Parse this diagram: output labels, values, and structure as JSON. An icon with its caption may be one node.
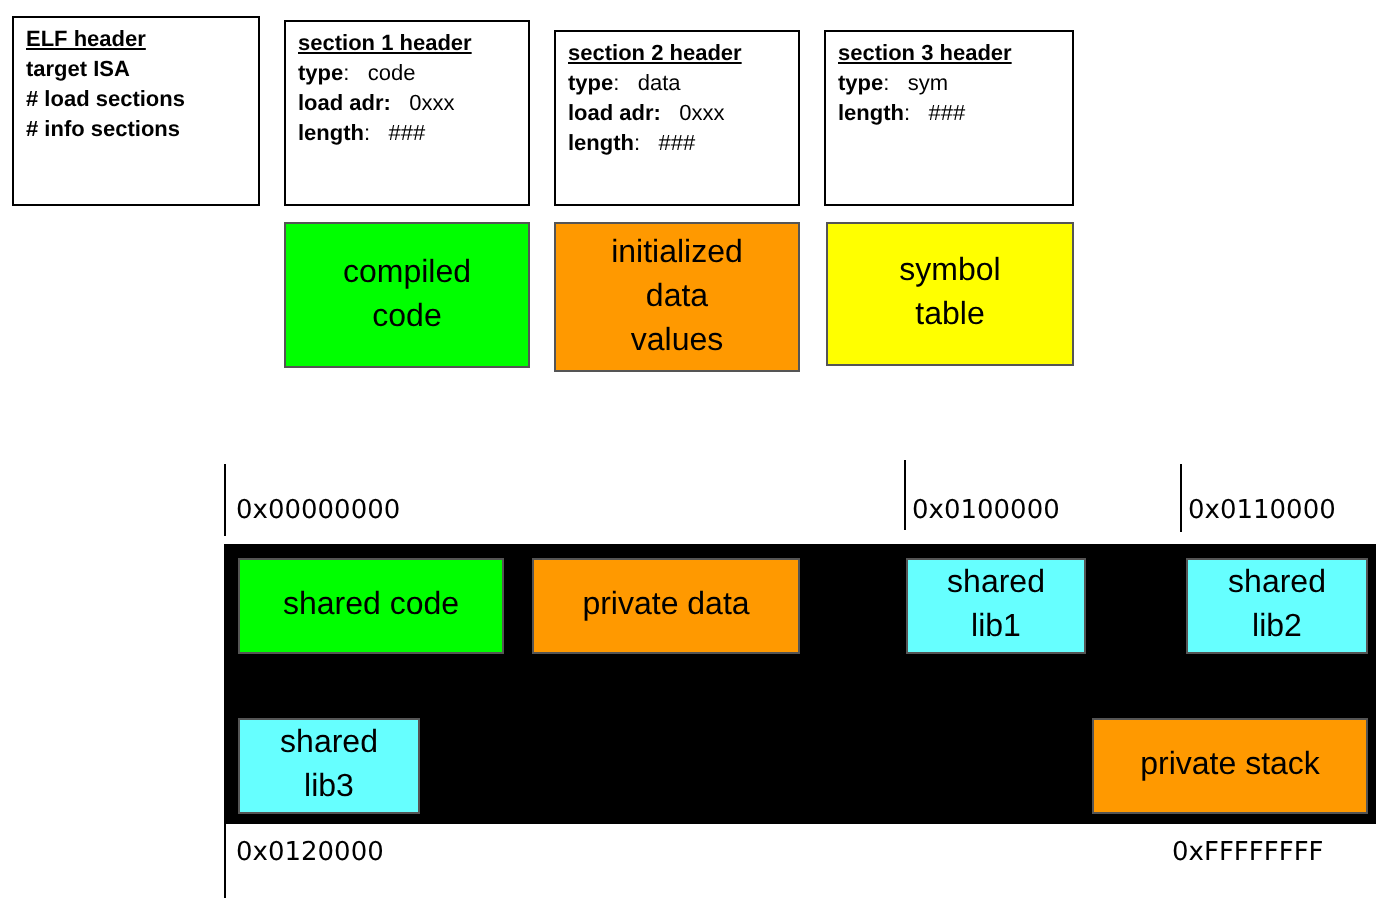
{
  "diagram": {
    "nodes": [
      {
        "text": [
          "ELF header",
          "target ISA",
          "# load sections",
          "# info sections"
        ]
      },
      {
        "text": [
          "section 1 header",
          "**type**:   code",
          "**load adr:**   0xxx",
          "**length**:   ###"
        ]
      },
      {
        "text": [
          "section 2 header",
          "**type**:   data",
          "**load adr:**   0xxx",
          "**length**:   ###"
        ]
      },
      {
        "text": [
          "section 3 header",
          "**type**:   sym",
          "**length**:   ###"
        ]
      },
      {
        "text": [
          "compiled code"
        ]
      },
      {
        "text": [
          "initialized data values"
        ]
      },
      {
        "text": [
          "symbol table"
        ]
      },
      {
        "text": [],
        "shape": "bar"
      },
      {
        "text": [
          "shared code"
        ],
        "in": 7
      },
      {
        "text": [
          "private data"
        ],
        "in": 7
      },
      {
        "text": [
          "shared lib1"
        ],
        "in": 7
      },
      {
        "text": [
          "shared lib2"
        ],
        "in": 7
      },
      {
        "text": [
          "shared lib3"
        ],
        "in": 7
      },
      {
        "text": [
          "private stack"
        ],
        "in": 7
      }
    ],
    "labels": [
      "0x00000000",
      "0x0100000",
      "0x0110000",
      "0x0120000",
      "0xFFFFFFFF"
    ]
  }
}
